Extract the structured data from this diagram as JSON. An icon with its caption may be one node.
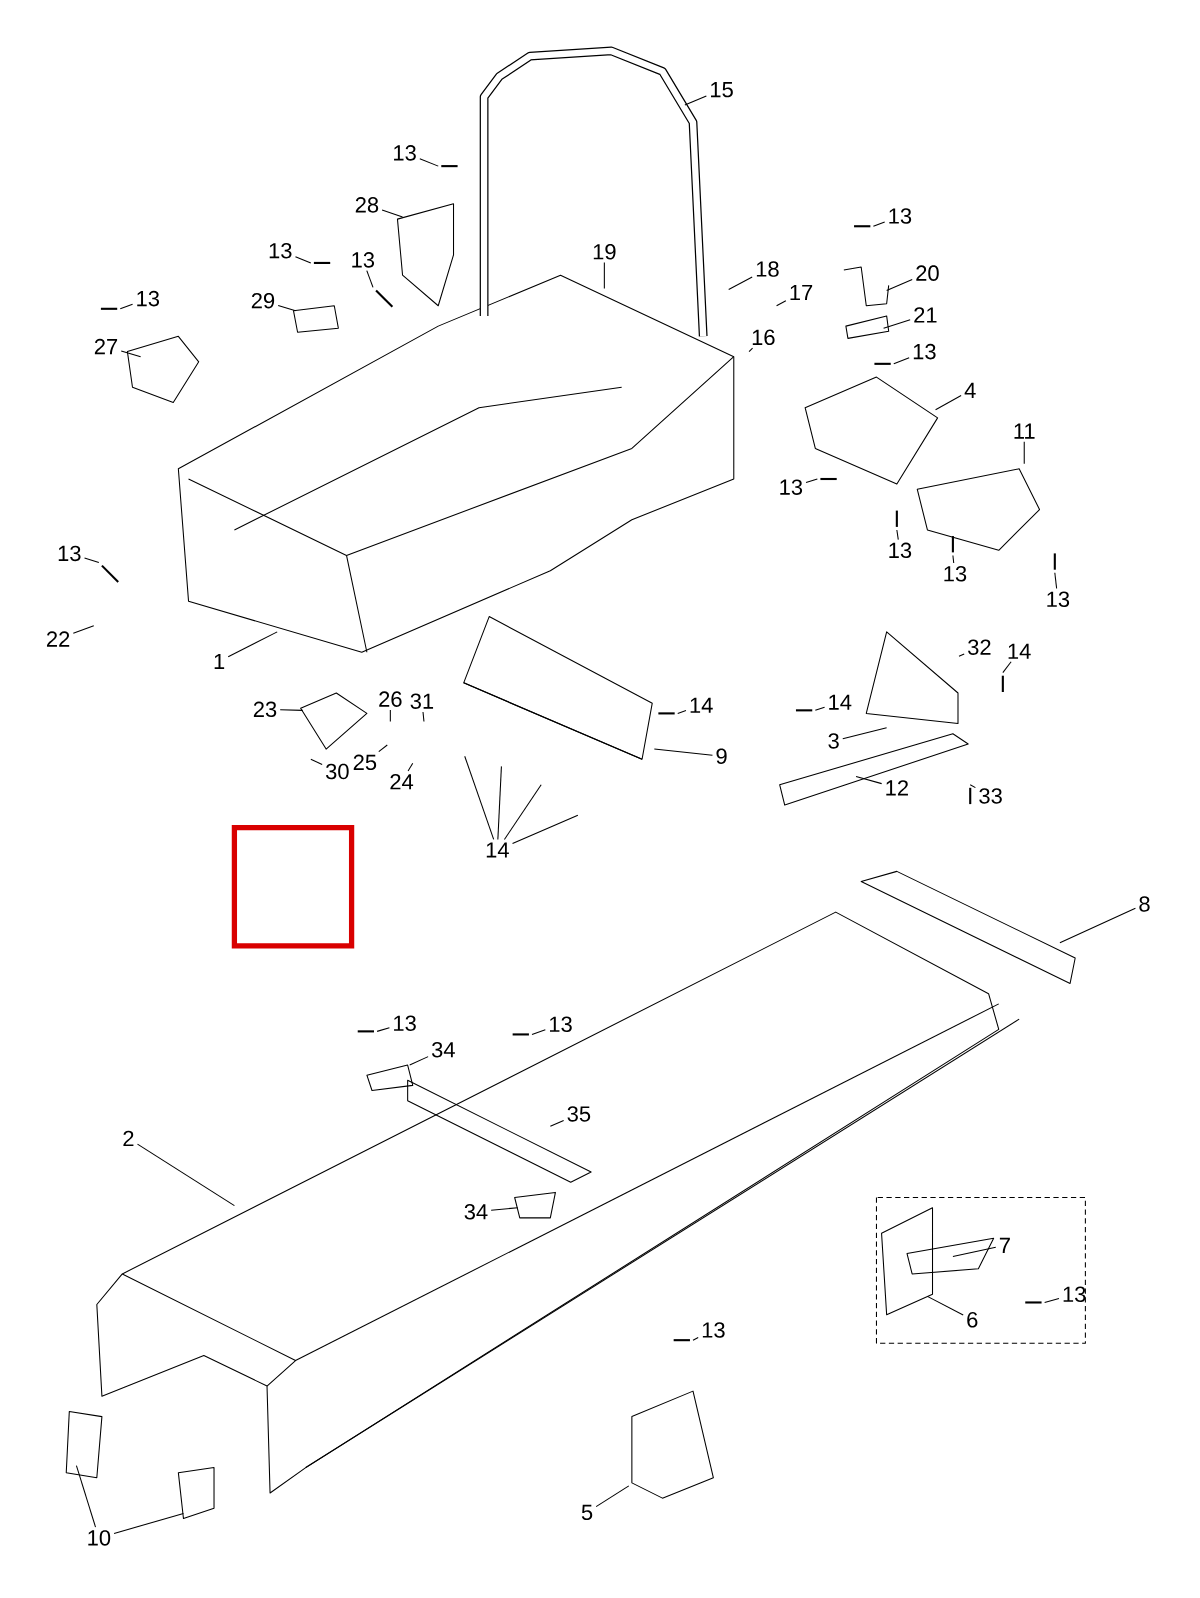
{
  "diagram": {
    "nodes": [
      {
        "text": [
          "15"
        ]
      },
      {
        "text": [
          "13"
        ]
      },
      {
        "text": [
          "28"
        ]
      },
      {
        "text": [
          "13"
        ]
      },
      {
        "text": [
          "13"
        ]
      },
      {
        "text": [
          "29"
        ]
      },
      {
        "text": [
          "13"
        ]
      },
      {
        "text": [
          "27"
        ]
      },
      {
        "text": [
          "19"
        ]
      },
      {
        "text": [
          "18"
        ]
      },
      {
        "text": [
          "17"
        ]
      },
      {
        "text": [
          "16"
        ]
      },
      {
        "text": [
          "13"
        ]
      },
      {
        "text": [
          "20"
        ]
      },
      {
        "text": [
          "21"
        ]
      },
      {
        "text": [
          "13"
        ]
      },
      {
        "text": [
          "4"
        ]
      },
      {
        "text": [
          "11"
        ]
      },
      {
        "text": [
          "13"
        ]
      },
      {
        "text": [
          "13"
        ]
      },
      {
        "text": [
          "13"
        ]
      },
      {
        "text": [
          "13"
        ]
      },
      {
        "text": [
          "13"
        ]
      },
      {
        "text": [
          "22"
        ]
      },
      {
        "text": [
          "1"
        ]
      },
      {
        "text": [
          "23"
        ]
      },
      {
        "text": [
          "26"
        ]
      },
      {
        "text": [
          "31"
        ]
      },
      {
        "text": [
          "25"
        ]
      },
      {
        "text": [
          "24"
        ]
      },
      {
        "text": [
          "30"
        ]
      },
      {
        "text": [
          "14"
        ]
      },
      {
        "text": [
          "9"
        ]
      },
      {
        "text": [
          "32"
        ]
      },
      {
        "text": [
          "14"
        ]
      },
      {
        "text": [
          "14"
        ]
      },
      {
        "text": [
          "14"
        ]
      },
      {
        "text": [
          "3"
        ]
      },
      {
        "text": [
          "12"
        ]
      },
      {
        "text": [
          "33"
        ]
      },
      {
        "text": [
          "8"
        ]
      },
      {
        "text": [
          "13"
        ]
      },
      {
        "text": [
          "13"
        ]
      },
      {
        "text": [
          "34"
        ]
      },
      {
        "text": [
          "35"
        ]
      },
      {
        "text": [
          "2"
        ]
      },
      {
        "text": [
          "34"
        ]
      },
      {
        "text": [
          "7"
        ]
      },
      {
        "text": [
          "6"
        ]
      },
      {
        "text": [
          "13"
        ]
      },
      {
        "text": [
          "13"
        ]
      },
      {
        "text": [
          "5"
        ]
      },
      {
        "text": [
          "10"
        ]
      }
    ],
    "edges": [
      {
        "from": 0,
        "to": null,
        "arrow": "none"
      },
      {
        "from": 1,
        "to": null,
        "arrow": "none"
      },
      {
        "from": 2,
        "to": null,
        "arrow": "none"
      },
      {
        "from": 3,
        "to": null,
        "arrow": "none"
      },
      {
        "from": 4,
        "to": null,
        "arrow": "none"
      },
      {
        "from": 5,
        "to": null,
        "arrow": "none"
      },
      {
        "from": 6,
        "to": null,
        "arrow": "none"
      },
      {
        "from": 7,
        "to": null,
        "arrow": "none"
      },
      {
        "from": 8,
        "to": null,
        "arrow": "none"
      },
      {
        "from": 9,
        "to": null,
        "arrow": "none"
      },
      {
        "from": 10,
        "to": null,
        "arrow": "none"
      },
      {
        "from": 11,
        "to": null,
        "arrow": "none"
      },
      {
        "from": 12,
        "to": null,
        "arrow": "none"
      },
      {
        "from": 13,
        "to": null,
        "arrow": "none"
      },
      {
        "from": 14,
        "to": null,
        "arrow": "none"
      },
      {
        "from": 15,
        "to": null,
        "arrow": "none"
      },
      {
        "from": 16,
        "to": null,
        "arrow": "none"
      },
      {
        "from": 17,
        "to": null,
        "arrow": "none"
      },
      {
        "from": 18,
        "to": null,
        "arrow": "none"
      },
      {
        "from": 19,
        "to": null,
        "arrow": "none"
      },
      {
        "from": 20,
        "to": null,
        "arrow": "none"
      },
      {
        "from": 21,
        "to": null,
        "arrow": "none"
      },
      {
        "from": 22,
        "to": null,
        "arrow": "none"
      },
      {
        "from": 23,
        "to": null,
        "arrow": "none"
      },
      {
        "from": 24,
        "to": null,
        "arrow": "none"
      },
      {
        "from": 25,
        "to": null,
        "arrow": "none"
      },
      {
        "from": 26,
        "to": null,
        "arrow": "none"
      },
      {
        "from": 27,
        "to": null,
        "arrow": "none"
      },
      {
        "from": 28,
        "to": null,
        "arrow": "none"
      },
      {
        "from": 29,
        "to": null,
        "arrow": "none"
      },
      {
        "from": 30,
        "to": null,
        "arrow": "none"
      },
      {
        "from": 31,
        "to": null,
        "arrow": "none"
      },
      {
        "from": 31,
        "to": null,
        "arrow": "none"
      },
      {
        "from": 31,
        "to": null,
        "arrow": "none"
      },
      {
        "from": 31,
        "to": null,
        "arrow": "none"
      },
      {
        "from": 32,
        "to": null,
        "arrow": "none"
      },
      {
        "from": 33,
        "to": null,
        "arrow": "none"
      },
      {
        "from": 34,
        "to": null,
        "arrow": "none"
      },
      {
        "from": 35,
        "to": null,
        "arrow": "none"
      },
      {
        "from": 36,
        "to": null,
        "arrow": "none"
      },
      {
        "from": 37,
        "to": null,
        "arrow": "none"
      },
      {
        "from": 38,
        "to": null,
        "arrow": "none"
      },
      {
        "from": 39,
        "to": null,
        "arrow": "none"
      },
      {
        "from": 40,
        "to": null,
        "arrow": "none"
      },
      {
        "from": 41,
        "to": null,
        "arrow": "none"
      },
      {
        "from": 42,
        "to": null,
        "arrow": "none"
      },
      {
        "from": 43,
        "to": null,
        "arrow": "none"
      },
      {
        "from": 44,
        "to": null,
        "arrow": "none"
      },
      {
        "from": 45,
        "to": null,
        "arrow": "none"
      },
      {
        "from": 46,
        "to": null,
        "arrow": "none"
      },
      {
        "from": 47,
        "to": null,
        "arrow": "none"
      },
      {
        "from": 48,
        "to": null,
        "arrow": "none"
      },
      {
        "from": 49,
        "to": null,
        "arrow": "none"
      },
      {
        "from": 50,
        "to": null,
        "arrow": "none"
      },
      {
        "from": 51,
        "to": null,
        "arrow": "none"
      },
      {
        "from": 52,
        "to": null,
        "arrow": "none"
      },
      {
        "from": 52,
        "to": null,
        "arrow": "none"
      }
    ]
  }
}
